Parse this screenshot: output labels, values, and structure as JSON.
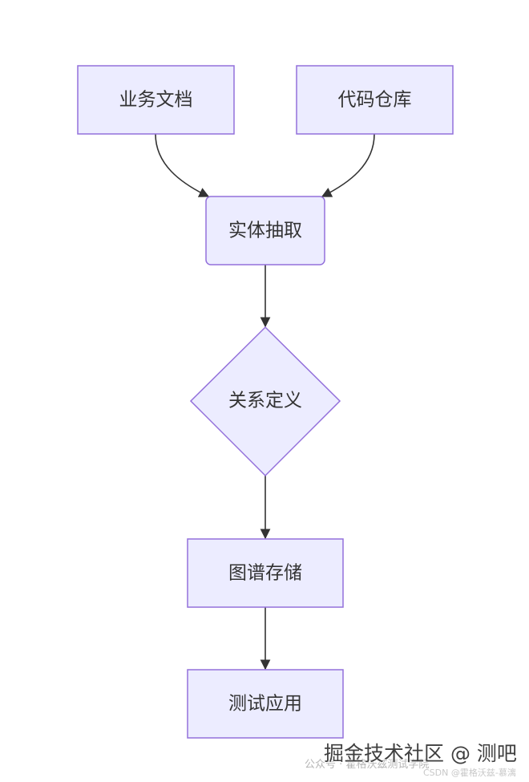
{
  "nodes": {
    "docs": "业务文档",
    "repo": "代码仓库",
    "extract": "实体抽取",
    "relation": "关系定义",
    "storage": "图谱存储",
    "apply": "测试应用"
  },
  "colors": {
    "node_fill": "#ECECFF",
    "node_stroke": "#9370DB",
    "edge": "#333333",
    "text": "#333333"
  },
  "edges": [
    {
      "from": "docs",
      "to": "extract"
    },
    {
      "from": "repo",
      "to": "extract"
    },
    {
      "from": "extract",
      "to": "relation"
    },
    {
      "from": "relation",
      "to": "storage"
    },
    {
      "from": "storage",
      "to": "apply"
    }
  ],
  "watermark": {
    "main": "掘金技术社区 @ 测吧",
    "sub": "公众号 · 霍格沃兹测试学院",
    "csdn": "CSDN @霍格沃兹-慕漓"
  }
}
